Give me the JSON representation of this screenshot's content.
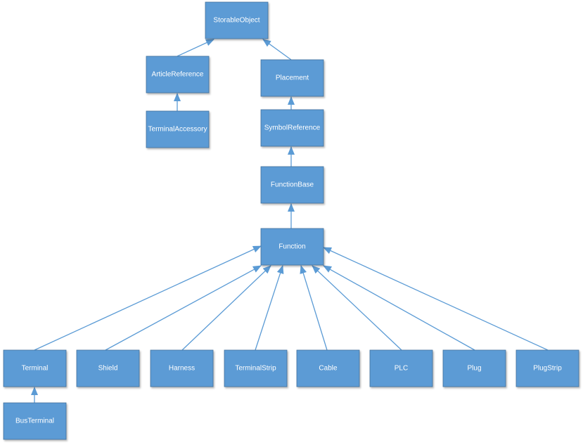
{
  "colors": {
    "node_fill": "#5b9bd5",
    "node_stroke": "#41719c",
    "edge": "#5b9bd5",
    "text": "#ffffff"
  },
  "nodes": [
    {
      "id": "storable-object",
      "label": "StorableObject"
    },
    {
      "id": "article-reference",
      "label": "ArticleReference"
    },
    {
      "id": "placement",
      "label": "Placement"
    },
    {
      "id": "terminal-accessory",
      "label": "TerminalAccessory"
    },
    {
      "id": "symbol-reference",
      "label": "SymbolReference"
    },
    {
      "id": "function-base",
      "label": "FunctionBase"
    },
    {
      "id": "function",
      "label": "Function"
    },
    {
      "id": "terminal",
      "label": "Terminal"
    },
    {
      "id": "shield",
      "label": "Shield"
    },
    {
      "id": "harness",
      "label": "Harness"
    },
    {
      "id": "terminal-strip",
      "label": "TerminalStrip"
    },
    {
      "id": "cable",
      "label": "Cable"
    },
    {
      "id": "plc",
      "label": "PLC"
    },
    {
      "id": "plug",
      "label": "Plug"
    },
    {
      "id": "plug-strip",
      "label": "PlugStrip"
    },
    {
      "id": "bus-terminal",
      "label": "BusTerminal"
    }
  ],
  "edges": [
    {
      "from": "article-reference",
      "to": "storable-object"
    },
    {
      "from": "placement",
      "to": "storable-object"
    },
    {
      "from": "terminal-accessory",
      "to": "article-reference"
    },
    {
      "from": "symbol-reference",
      "to": "placement"
    },
    {
      "from": "function-base",
      "to": "symbol-reference"
    },
    {
      "from": "function",
      "to": "function-base"
    },
    {
      "from": "terminal",
      "to": "function"
    },
    {
      "from": "shield",
      "to": "function"
    },
    {
      "from": "harness",
      "to": "function"
    },
    {
      "from": "terminal-strip",
      "to": "function"
    },
    {
      "from": "cable",
      "to": "function"
    },
    {
      "from": "plc",
      "to": "function"
    },
    {
      "from": "plug",
      "to": "function"
    },
    {
      "from": "plug-strip",
      "to": "function"
    },
    {
      "from": "bus-terminal",
      "to": "terminal"
    }
  ]
}
